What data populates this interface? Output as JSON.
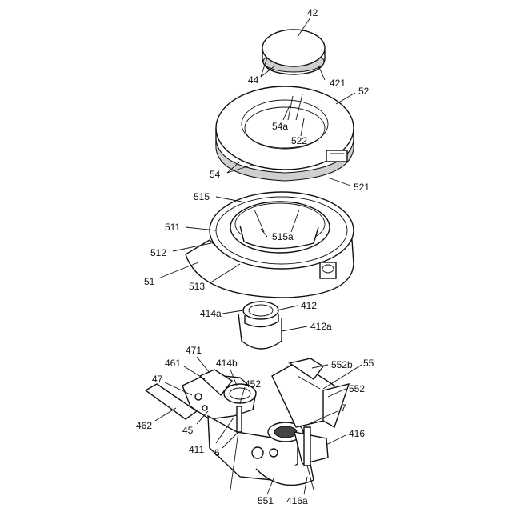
{
  "labels": {
    "l42": "42",
    "l44": "44",
    "l421": "421",
    "l52": "52",
    "l54a": "54a",
    "l522": "522",
    "l54": "54",
    "l521": "521",
    "l515": "515",
    "l511": "511",
    "l515a": "515a",
    "l512": "512",
    "l51": "51",
    "l513": "513",
    "l414a": "414a",
    "l412": "412",
    "l412a": "412a",
    "l471": "471",
    "l461": "461",
    "l414b": "414b",
    "l47": "47",
    "l452": "452",
    "l552b": "552b",
    "l55": "55",
    "l552": "552",
    "l7": "7",
    "l462": "462",
    "l45": "45",
    "l411": "411",
    "l6": "6",
    "l416": "416",
    "l551": "551",
    "l416a": "416a"
  }
}
